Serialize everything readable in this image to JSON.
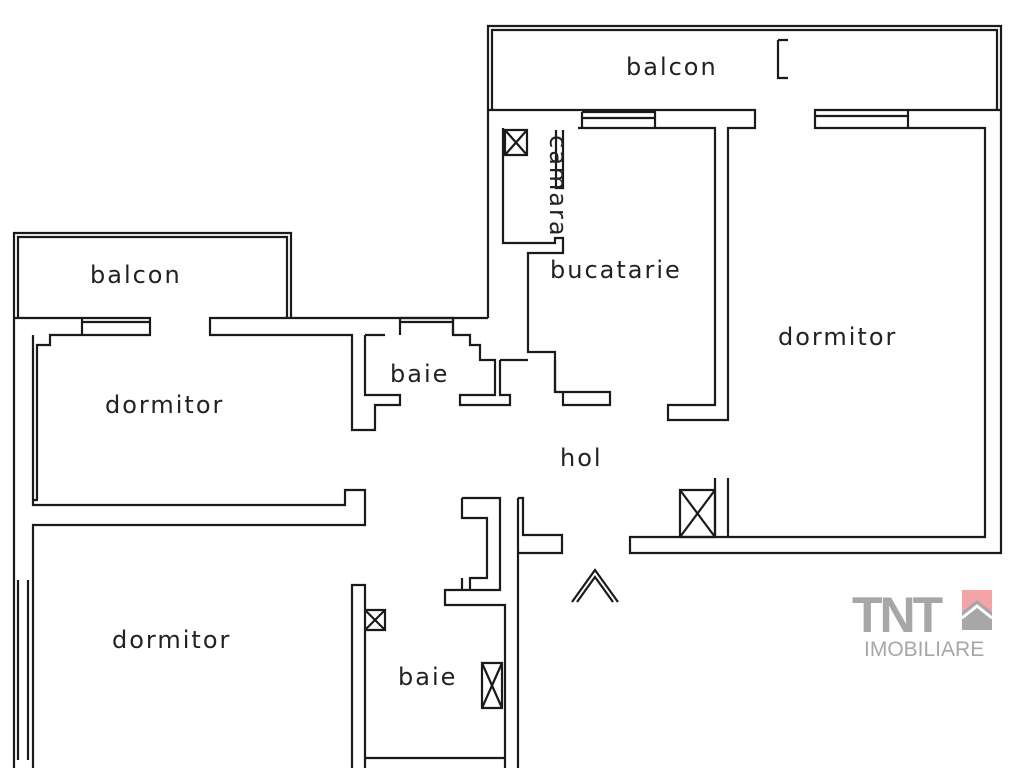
{
  "rooms": {
    "balcon_top": "balcon",
    "camara": "camara",
    "bucatarie": "bucatarie",
    "dormitor_right": "dormitor",
    "balcon_left": "balcon",
    "dormitor_left": "dormitor",
    "baie_top": "baie",
    "hol": "hol",
    "dormitor_bottom": "dormitor",
    "baie_bottom": "baie"
  },
  "logo": {
    "brand": "TNT",
    "subtitle": "IMOBILIARE",
    "colors": {
      "text": "#a7a7a7",
      "roof": "#f4a3a6"
    }
  }
}
